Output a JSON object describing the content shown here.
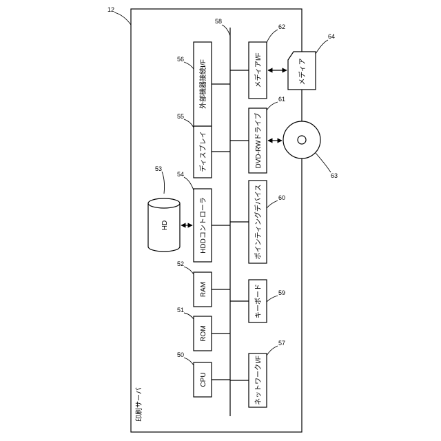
{
  "figure": {
    "server_ref": "12",
    "server_label": "印刷サーバ",
    "bus_ref": "58",
    "blocks": {
      "cpu": {
        "label": "CPU",
        "ref": "50"
      },
      "rom": {
        "label": "ROM",
        "ref": "51"
      },
      "ram": {
        "label": "RAM",
        "ref": "52"
      },
      "hdd_controller": {
        "label": "HDDコントローラ",
        "ref": "54"
      },
      "display": {
        "label": "ディスプレイ",
        "ref": "55"
      },
      "external_if": {
        "label": "外部機器接続I/F",
        "ref": "56"
      },
      "network_if": {
        "label": "ネットワークI/F",
        "ref": "57"
      },
      "keyboard": {
        "label": "キーボード",
        "ref": "59"
      },
      "pointing_device": {
        "label": "ポインティングデバイス",
        "ref": "60"
      },
      "dvd_drive": {
        "label": "DVD-RWドライブ",
        "ref": "61"
      },
      "media_if": {
        "label": "メディアI/F",
        "ref": "62"
      }
    },
    "hd": {
      "label": "HD",
      "ref": "53"
    },
    "dvd_disc": {
      "ref": "63"
    },
    "media": {
      "label": "メディア",
      "ref": "64"
    }
  }
}
